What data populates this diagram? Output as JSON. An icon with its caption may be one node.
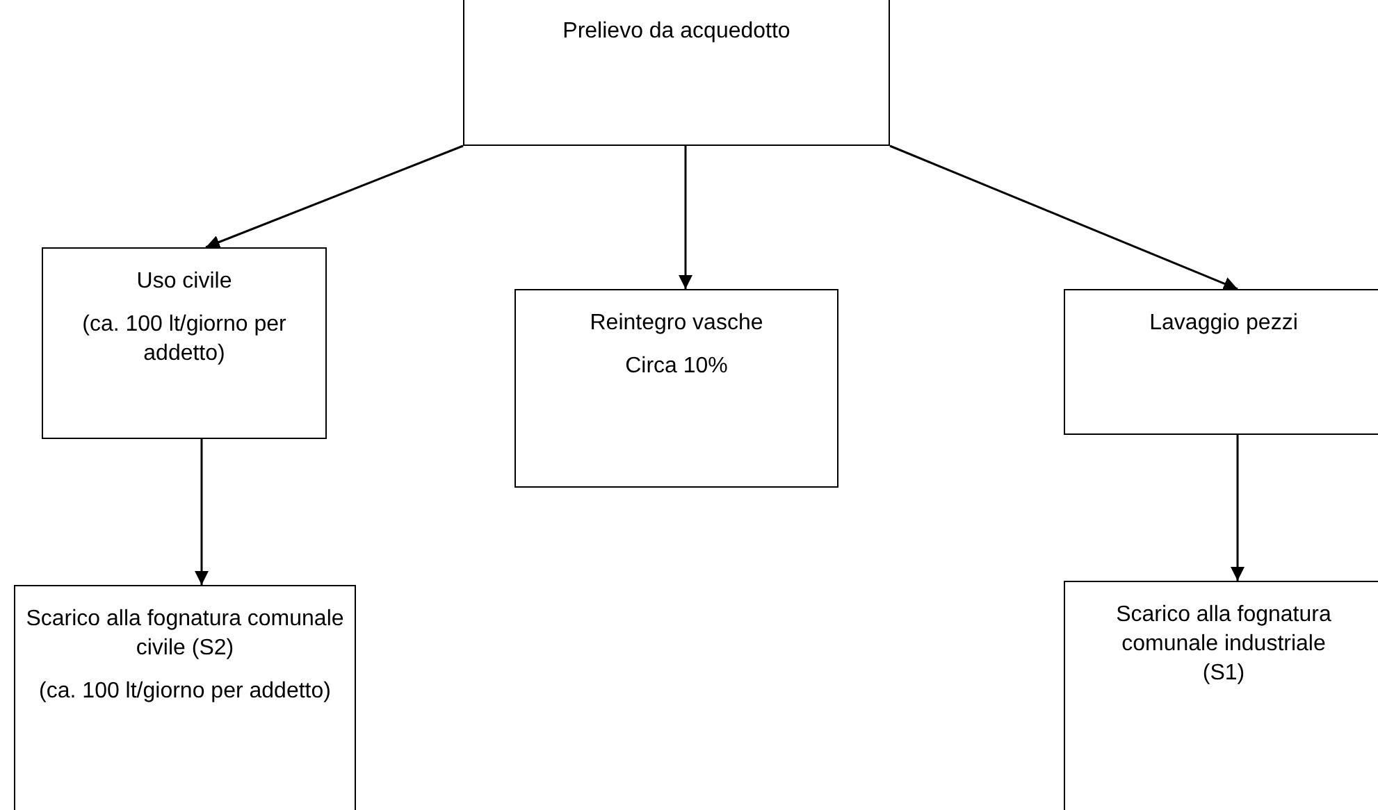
{
  "diagram": {
    "nodes": [
      {
        "text": [
          "Prelievo da acquedotto"
        ]
      },
      {
        "text": [
          "Uso civile",
          "(ca. 100 lt/giorno per addetto)"
        ]
      },
      {
        "text": [
          "Reintegro vasche",
          "Circa 10%"
        ]
      },
      {
        "text": [
          "Lavaggio pezzi"
        ]
      },
      {
        "text": [
          "Scarico alla fognatura comunale civile (S2)",
          "(ca. 100 lt/giorno per addetto)"
        ]
      },
      {
        "text": [
          "Scarico alla fognatura comunale industriale (S1)"
        ]
      }
    ],
    "edges": [
      {
        "from": 0,
        "to": 1,
        "arrow": "to"
      },
      {
        "from": 0,
        "to": 2,
        "arrow": "to"
      },
      {
        "from": 0,
        "to": 3,
        "arrow": "to"
      },
      {
        "from": 1,
        "to": 4,
        "arrow": "to"
      },
      {
        "from": 3,
        "to": 5,
        "arrow": "to"
      }
    ]
  }
}
